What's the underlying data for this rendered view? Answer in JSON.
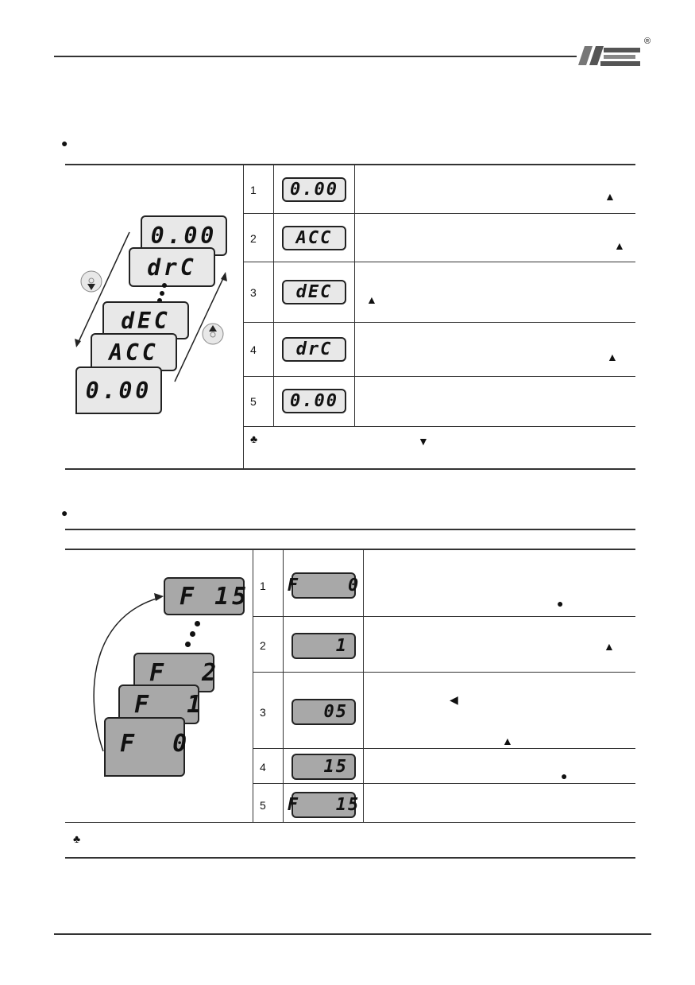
{
  "header": {
    "logo_text": "LS",
    "registered_mark": "®"
  },
  "section1": {
    "bullet": "●",
    "steps": [
      {
        "num": "1",
        "display": "0.00"
      },
      {
        "num": "2",
        "display": "ACC"
      },
      {
        "num": "3",
        "display": "dEC"
      },
      {
        "num": "4",
        "display": "drC"
      },
      {
        "num": "5",
        "display": "0.00"
      }
    ],
    "illustration": {
      "d1": "0.00",
      "d2": "drC",
      "d3": "dEC",
      "d4": "ACC",
      "d5": "0.00"
    },
    "note_symbol": "♣",
    "symbols": {
      "up": "▲",
      "down": "▼"
    }
  },
  "section2": {
    "bullet": "●",
    "steps": [
      {
        "num": "1",
        "display": "F    0"
      },
      {
        "num": "2",
        "display": "1"
      },
      {
        "num": "3",
        "display": "05"
      },
      {
        "num": "4",
        "display": "15"
      },
      {
        "num": "5",
        "display": "F   15"
      }
    ],
    "illustration": {
      "d1": "F 15",
      "d2": "F  2",
      "d3": "F  1",
      "d4": "F  0"
    },
    "note_symbol": "♣",
    "symbols": {
      "dot": "●",
      "up": "▲",
      "left": "◀"
    }
  }
}
